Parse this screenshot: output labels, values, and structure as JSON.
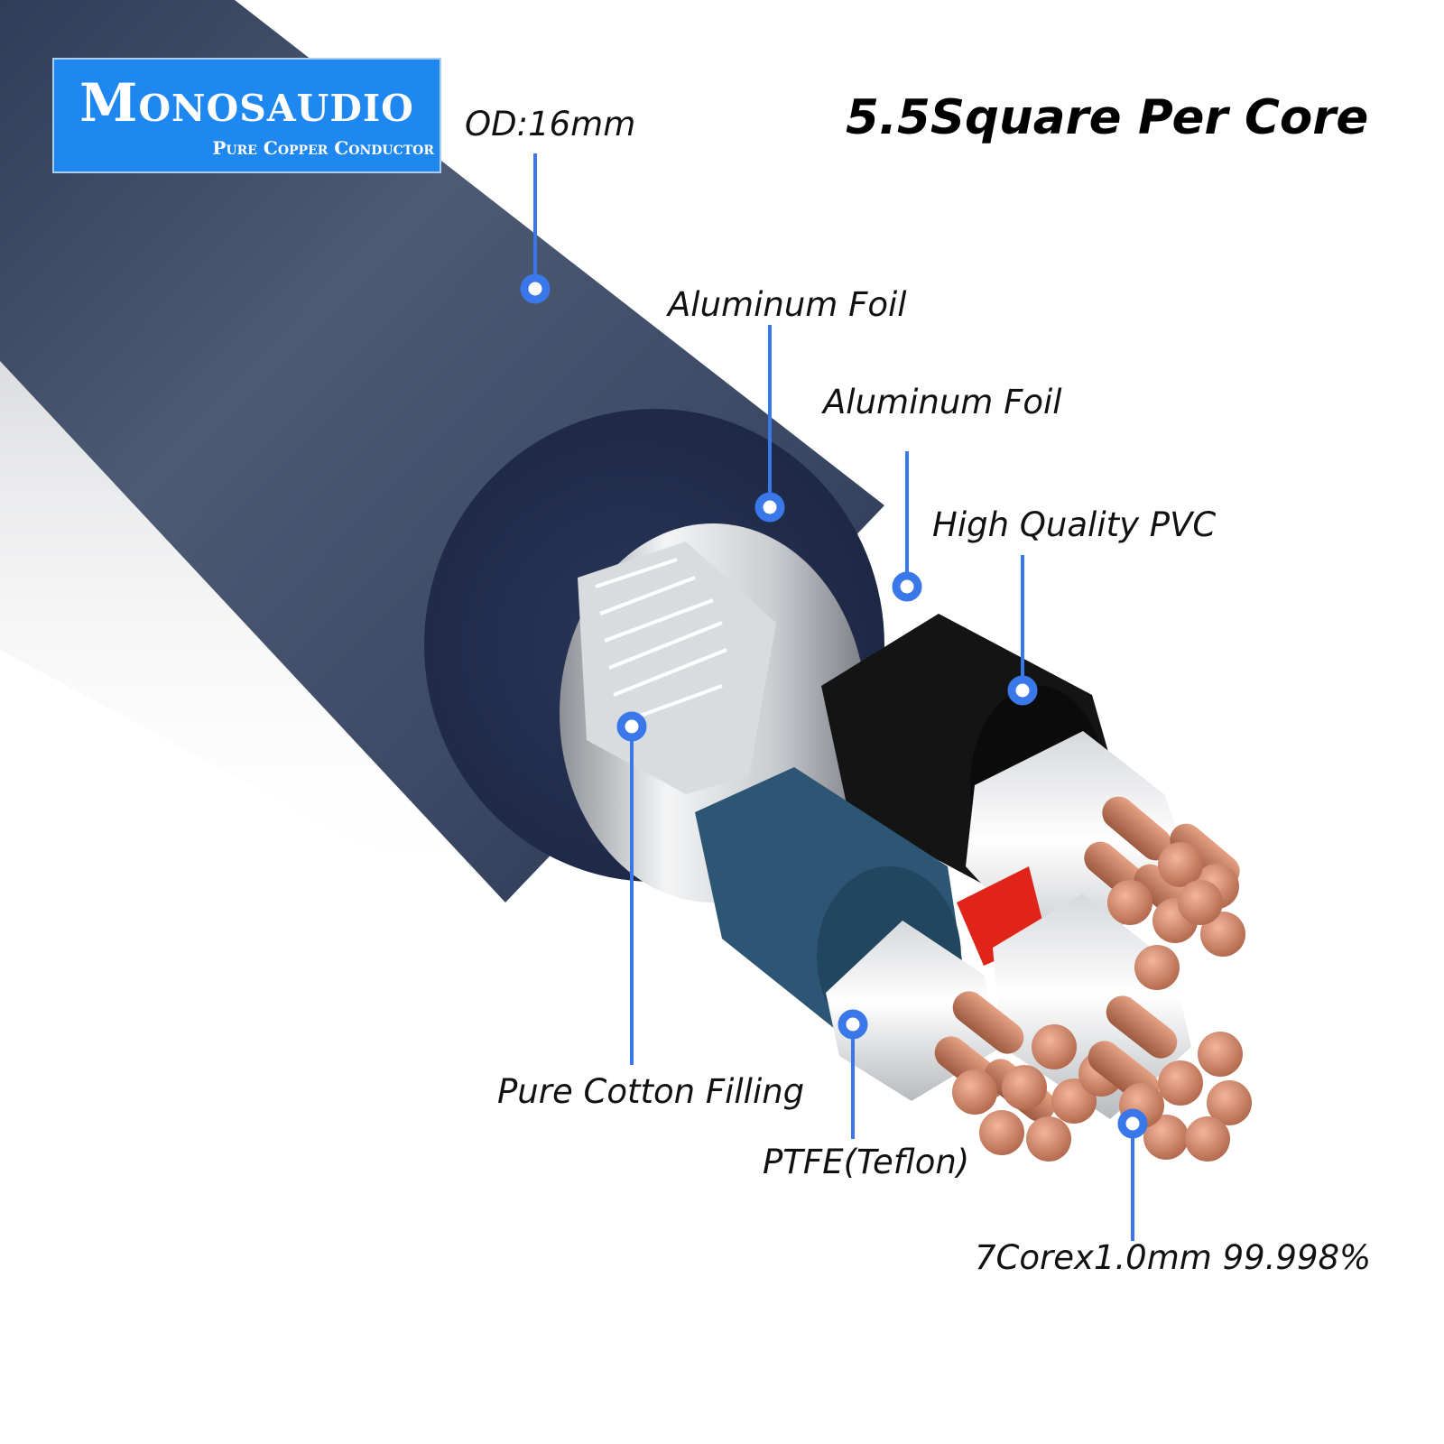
{
  "logo": {
    "brand": "Monosaudio",
    "tagline": "Pure Copper Conductor"
  },
  "headline": "5.5Square Per Core",
  "callouts": {
    "od": "OD:16mm",
    "aluminum_foil_1": "Aluminum Foil",
    "aluminum_foil_2": "Aluminum Foil",
    "pvc": "High Quality PVC",
    "cotton": "Pure Cotton Filling",
    "ptfe": "PTFE(Teflon)",
    "conductor": "7Corex1.0mm 99.998%"
  },
  "colors": {
    "jacket": "#3b4a66",
    "jacket_end": "#1f2c48",
    "callout_blue": "#3a78ea",
    "copper": "#d08b6e",
    "blue_core": "#2c5673",
    "logo_blue": "#1e88f0"
  }
}
